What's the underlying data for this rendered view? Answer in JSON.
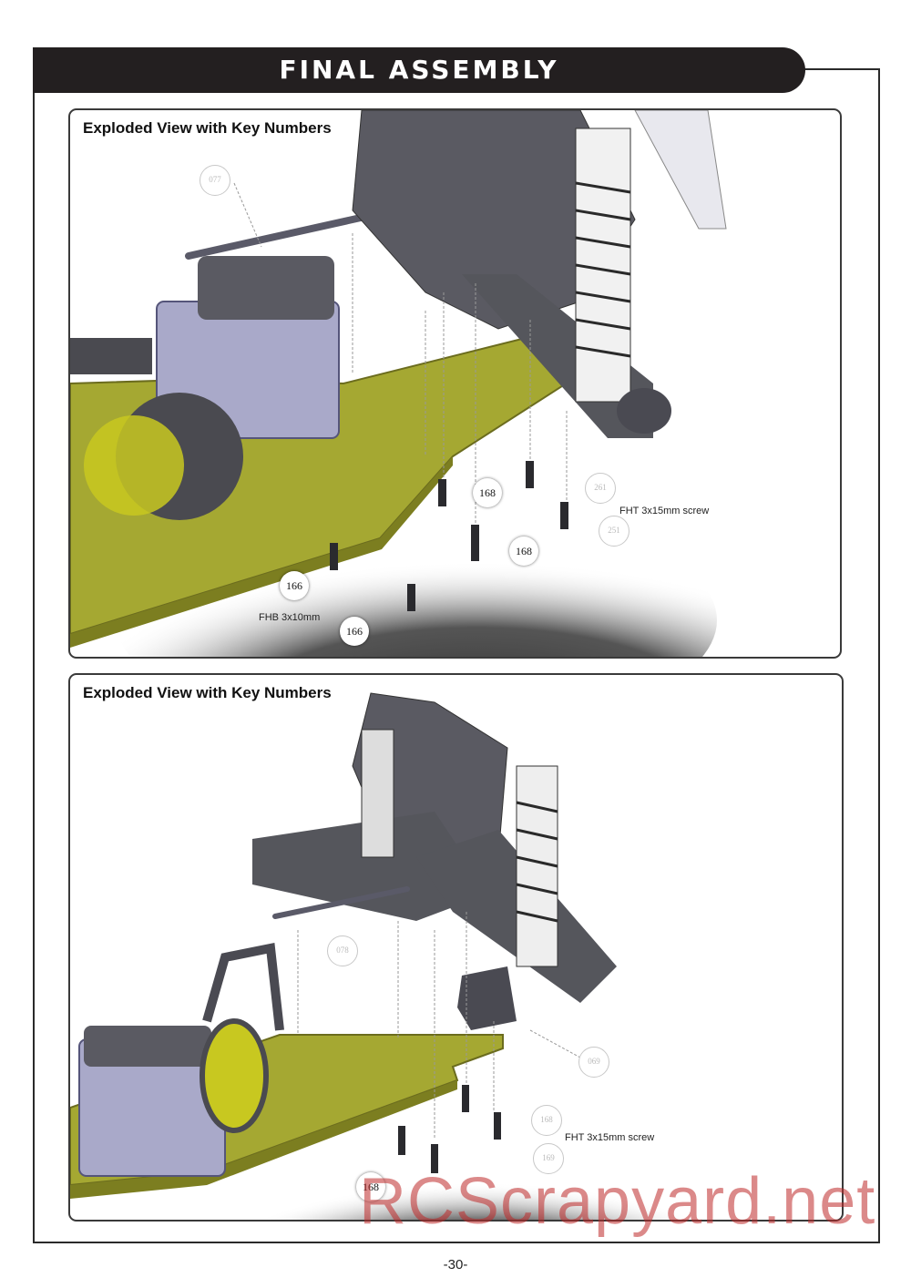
{
  "page": {
    "title": "FINAL ASSEMBLY",
    "page_number": "-30-",
    "watermark": "RCScrapyard.net"
  },
  "panels": [
    {
      "heading": "Exploded View with Key Numbers",
      "keys": [
        "168",
        "168",
        "166",
        "166"
      ],
      "labels": [
        "FHT 3x15mm screw",
        "FHB 3x10mm"
      ]
    },
    {
      "heading": "Exploded View with Key Numbers",
      "keys": [
        "168"
      ],
      "labels": [
        "FHT 3x15mm screw"
      ]
    }
  ],
  "colors": {
    "chassis": "#a5a832",
    "plastic": "#55565c",
    "servo": "#a9a9c9",
    "banner": "#231f20"
  }
}
